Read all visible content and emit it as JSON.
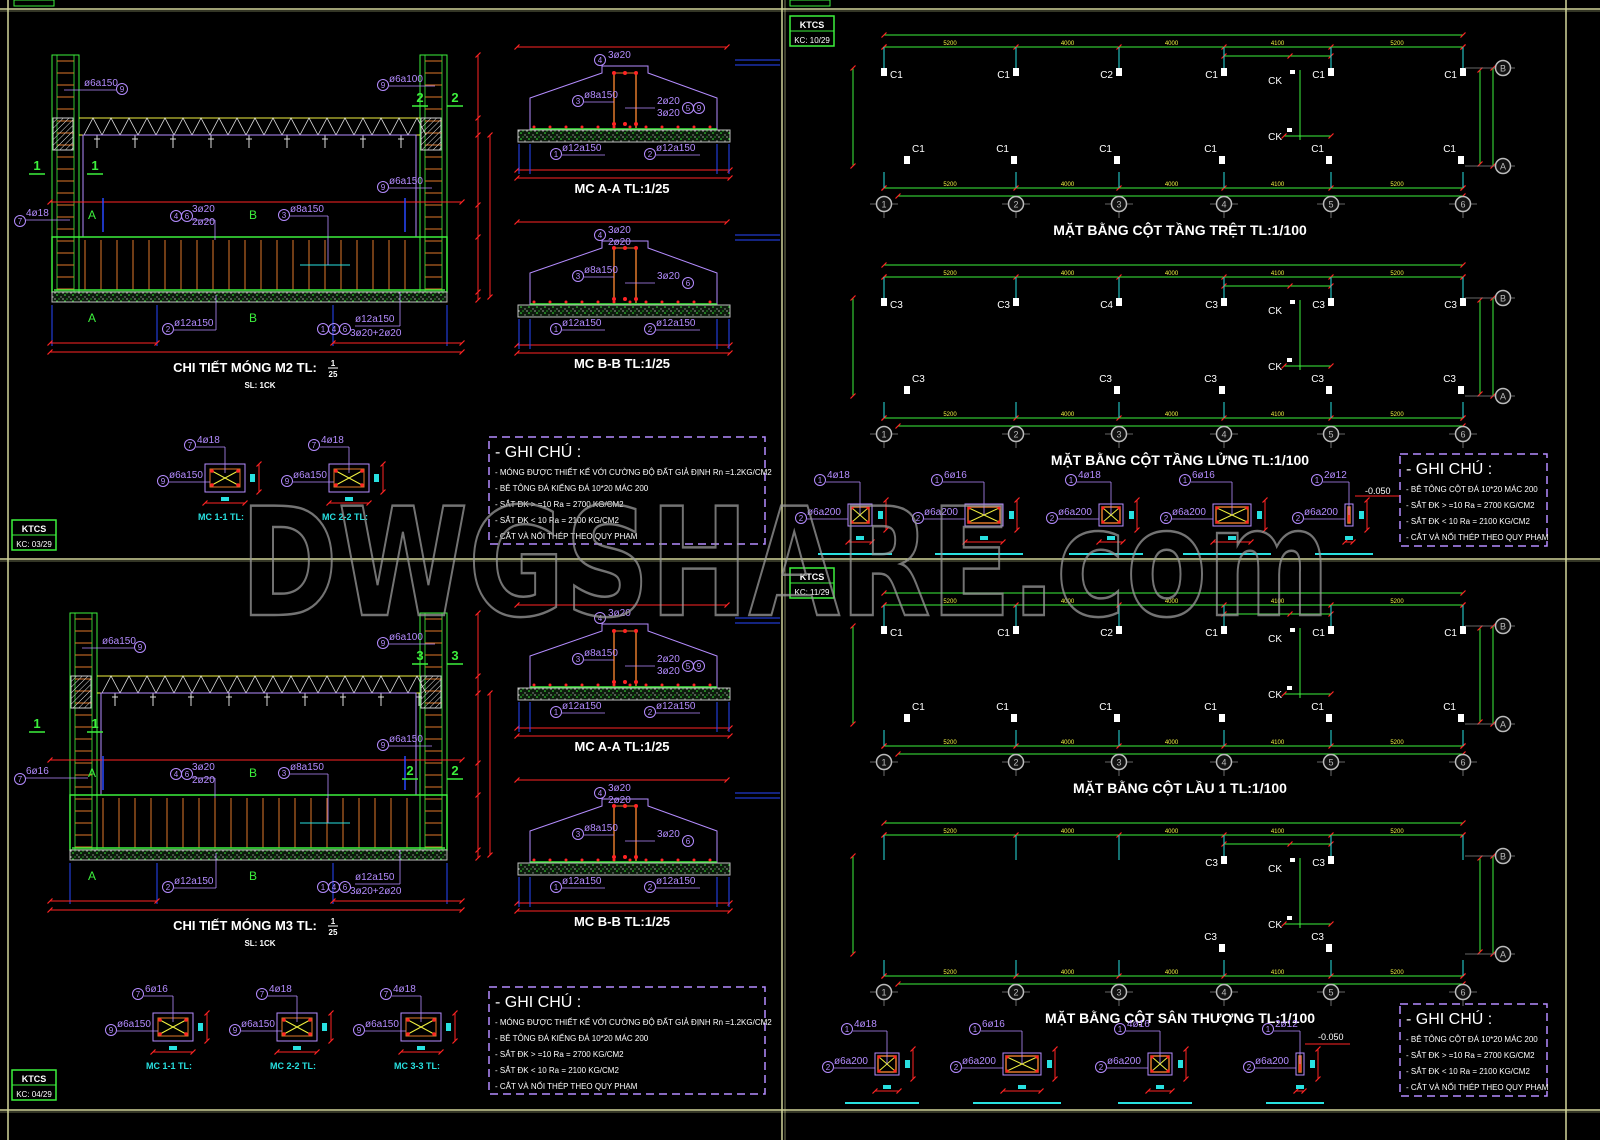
{
  "watermark": "DWGSHARE.com",
  "colors": {
    "frame": "#d2d69a",
    "green": "#3cf03c",
    "red": "#ff2424",
    "purple": "#b48cff",
    "blue": "#2848ff",
    "cyan": "#28e0e0",
    "orange": "#e0782a",
    "yellow": "#f0f040",
    "white": "#ffffff"
  },
  "sheets": [
    {
      "stamp": {
        "code": "KTCS",
        "no": "KC: 03/29"
      },
      "footing": {
        "title": "CHI TIẾT MÓNG M2 TL:",
        "scale_num": "1",
        "scale_den": "25",
        "qty": "SL: 1CK",
        "mark_left": "1",
        "mark_right_top": "2",
        "mark_right_bottom": "",
        "col_bar_no": "7",
        "col_bar": "4ø18",
        "stirrup_no": "9",
        "stirrup_tl": "ø6a150",
        "stirrup_tr": "ø6a100",
        "stirrup_mr": "ø6a150",
        "top_nos": [
          "4",
          "6"
        ],
        "top_bars": "3ø20",
        "top_bars2": "2ø20",
        "beam_stirrup_no": "3",
        "beam_stirrup": "ø8a150",
        "mesh_no": "2",
        "mesh": "ø12a150",
        "br_nos": [
          "1",
          "4",
          "6"
        ],
        "br_1": "ø12a150",
        "br_2": "3ø20+2ø20",
        "sec_a": "A",
        "sec_b": "B"
      },
      "sections": [
        {
          "title": "MC A-A TL:1/25",
          "top_no": "4",
          "top": "3ø20",
          "top2": "",
          "left_no": "3",
          "left": "ø8a150",
          "right_nos": [
            "5",
            "9"
          ],
          "right1": "2ø20",
          "right2": "3ø20",
          "b1_no": "1",
          "b1": "ø12a150",
          "b2_no": "2",
          "b2": "ø12a150"
        },
        {
          "title": "MC B-B TL:1/25",
          "top_no": "4",
          "top": "3ø20",
          "top2": "2ø20",
          "left_no": "3",
          "left": "ø8a150",
          "right_nos": [
            "6"
          ],
          "right1": "3ø20",
          "right2": "",
          "b1_no": "1",
          "b1": "ø12a150",
          "b2_no": "2",
          "b2": "ø12a150"
        }
      ],
      "small": [
        {
          "title": "MC 1-1 TL:",
          "bar_no": "7",
          "bar": "4ø18",
          "stir_no": "9",
          "stir": "ø6a150"
        },
        {
          "title": "MC 2-2 TL:",
          "bar_no": "7",
          "bar": "4ø18",
          "stir_no": "9",
          "stir": "ø6a150"
        }
      ],
      "notes": {
        "title": "- GHI CHÚ :",
        "lines": [
          "- MÓNG ĐƯỢC THIẾT KẾ VỚI CƯỜNG ĐỘ ĐẤT GIẢ ĐỊNH Rn =1.2KG/CM2",
          "- BÊ TÔNG ĐÁ KIẾNG ĐÁ 10*20 MÁC 200",
          "- SẮT ĐK > =10     Ra = 2700 KG/CM2",
          "- SẮT ĐK < 10     Ra = 2100 KG/CM2",
          "- CẮT VÀ NỐI THÉP THEO QUY PHẠM"
        ]
      }
    },
    {
      "stamp": {
        "code": "KTCS",
        "no": "KC: 04/29"
      },
      "footing": {
        "title": "CHI TIẾT MÓNG M3 TL:",
        "scale_num": "1",
        "scale_den": "25",
        "qty": "SL: 1CK",
        "mark_left": "1",
        "mark_right_top": "3",
        "mark_right_bottom": "2",
        "col_bar_no": "7",
        "col_bar": "6ø16",
        "stirrup_no": "9",
        "stirrup_tl": "ø6a150",
        "stirrup_tr": "ø6a100",
        "stirrup_mr": "ø6a150",
        "top_nos": [
          "4",
          "6"
        ],
        "top_bars": "3ø20",
        "top_bars2": "2ø20",
        "beam_stirrup_no": "3",
        "beam_stirrup": "ø8a150",
        "mesh_no": "2",
        "mesh": "ø12a150",
        "br_nos": [
          "1",
          "4",
          "6"
        ],
        "br_1": "ø12a150",
        "br_2": "3ø20+2ø20",
        "sec_a": "A",
        "sec_b": "B"
      },
      "sections": [
        {
          "title": "MC A-A TL:1/25",
          "top_no": "4",
          "top": "3ø20",
          "top2": "",
          "left_no": "3",
          "left": "ø8a150",
          "right_nos": [
            "5",
            "9"
          ],
          "right1": "2ø20",
          "right2": "3ø20",
          "b1_no": "1",
          "b1": "ø12a150",
          "b2_no": "2",
          "b2": "ø12a150"
        },
        {
          "title": "MC B-B TL:1/25",
          "top_no": "4",
          "top": "3ø20",
          "top2": "2ø20",
          "left_no": "3",
          "left": "ø8a150",
          "right_nos": [
            "6"
          ],
          "right1": "3ø20",
          "right2": "",
          "b1_no": "1",
          "b1": "ø12a150",
          "b2_no": "2",
          "b2": "ø12a150"
        }
      ],
      "small": [
        {
          "title": "MC 1-1 TL:",
          "bar_no": "7",
          "bar": "6ø16",
          "stir_no": "9",
          "stir": "ø6a150"
        },
        {
          "title": "MC 2-2 TL:",
          "bar_no": "7",
          "bar": "4ø18",
          "stir_no": "9",
          "stir": "ø6a150"
        },
        {
          "title": "MC 3-3 TL:",
          "bar_no": "7",
          "bar": "4ø18",
          "stir_no": "9",
          "stir": "ø6a150"
        }
      ],
      "notes": {
        "title": "- GHI CHÚ :",
        "lines": [
          "- MÓNG ĐƯỢC THIẾT KẾ VỚI CƯỜNG ĐỘ ĐẤT GIẢ ĐỊNH Rn =1.2KG/CM2",
          "- BÊ TÔNG ĐÁ KIẾNG ĐÁ 10*20 MÁC 200",
          "- SẮT ĐK > =10     Ra = 2700 KG/CM2",
          "- SẮT ĐK < 10     Ra = 2100 KG/CM2",
          "- CẮT VÀ NỐI THÉP THEO QUY PHẠM"
        ]
      }
    },
    {
      "stamp": {
        "code": "KTCS",
        "no": "KC: 10/29"
      },
      "axes": [
        "1",
        "2",
        "3",
        "4",
        "5",
        "6"
      ],
      "rows": [
        "B",
        "A"
      ],
      "dims": [
        "5200",
        "4000",
        "4000",
        "4100",
        "5200"
      ],
      "ck": "CK",
      "plans": [
        {
          "title": "MẶT BẰNG CỘT TẦNG TRỆT TL:1/100",
          "top": [
            "C1",
            "C1",
            "C2",
            "C1",
            "C1",
            "C1"
          ],
          "bottom": [
            "C1",
            "C1",
            "C1",
            "C1",
            "C1",
            "C1"
          ]
        },
        {
          "title": "MẶT BẰNG CỘT TẦNG LỬNG TL:1/100",
          "top": [
            "C3",
            "C3",
            "C4",
            "C3",
            "C3",
            "C3"
          ],
          "bottom": [
            "C3",
            "",
            "C3",
            "C3",
            "C3",
            "C3"
          ]
        }
      ],
      "col_details": [
        {
          "bar_no": "1",
          "bar": "4ø18",
          "stir_no": "2",
          "stir": "ø6a200",
          "shape": "square"
        },
        {
          "bar_no": "1",
          "bar": "6ø16",
          "stir_no": "2",
          "stir": "ø6a200",
          "shape": "wide"
        },
        {
          "bar_no": "1",
          "bar": "4ø18",
          "stir_no": "2",
          "stir": "ø6a200",
          "shape": "square"
        },
        {
          "bar_no": "1",
          "bar": "6ø16",
          "stir_no": "2",
          "stir": "ø6a200",
          "shape": "wide"
        },
        {
          "bar_no": "1",
          "bar": "2ø12",
          "stir_no": "2",
          "stir": "ø6a200",
          "shape": "narrow"
        }
      ],
      "level": "-0.050",
      "notes": {
        "title": "- GHI CHÚ :",
        "lines": [
          "- BÊ TÔNG CỘT ĐÁ 10*20 MÁC 200",
          "- SẮT ĐK > =10     Ra = 2700 KG/CM2",
          "- SẮT ĐK < 10     Ra = 2100 KG/CM2",
          "- CẮT VÀ NỐI THÉP THEO QUY PHẠM"
        ]
      }
    },
    {
      "stamp": {
        "code": "KTCS",
        "no": "KC: 11/29"
      },
      "axes": [
        "1",
        "2",
        "3",
        "4",
        "5",
        "6"
      ],
      "rows": [
        "B",
        "A"
      ],
      "dims": [
        "5200",
        "4000",
        "4000",
        "4100",
        "5200"
      ],
      "ck": "CK",
      "plans": [
        {
          "title": "MẶT BẰNG CỘT LẦU 1 TL:1/100",
          "top": [
            "C1",
            "C1",
            "C2",
            "C1",
            "C1",
            "C1"
          ],
          "bottom": [
            "C1",
            "C1",
            "C1",
            "C1",
            "C1",
            "C1"
          ]
        },
        {
          "title": "MẶT BẰNG CỘT SÂN THƯỢNG TL:1/100",
          "top": [
            "",
            "",
            "",
            "C3",
            "C3",
            ""
          ],
          "bottom": [
            "",
            "",
            "",
            "C3",
            "C3",
            ""
          ]
        }
      ],
      "col_details": [
        {
          "bar_no": "1",
          "bar": "4ø18",
          "stir_no": "2",
          "stir": "ø6a200",
          "shape": "square"
        },
        {
          "bar_no": "1",
          "bar": "6ø16",
          "stir_no": "2",
          "stir": "ø6a200",
          "shape": "wide"
        },
        {
          "bar_no": "1",
          "bar": "4ø16",
          "stir_no": "2",
          "stir": "ø6a200",
          "shape": "square"
        },
        {
          "bar_no": "1",
          "bar": "2ø12",
          "stir_no": "2",
          "stir": "ø6a200",
          "shape": "narrow"
        }
      ],
      "level": "-0.050",
      "notes": {
        "title": "- GHI CHÚ :",
        "lines": [
          "- BÊ TÔNG CỘT ĐÁ 10*20 MÁC 200",
          "- SẮT ĐK > =10     Ra = 2700 KG/CM2",
          "- SẮT ĐK < 10     Ra = 2100 KG/CM2",
          "- CẮT VÀ NỐI THÉP THEO QUY PHẠM"
        ]
      }
    }
  ]
}
